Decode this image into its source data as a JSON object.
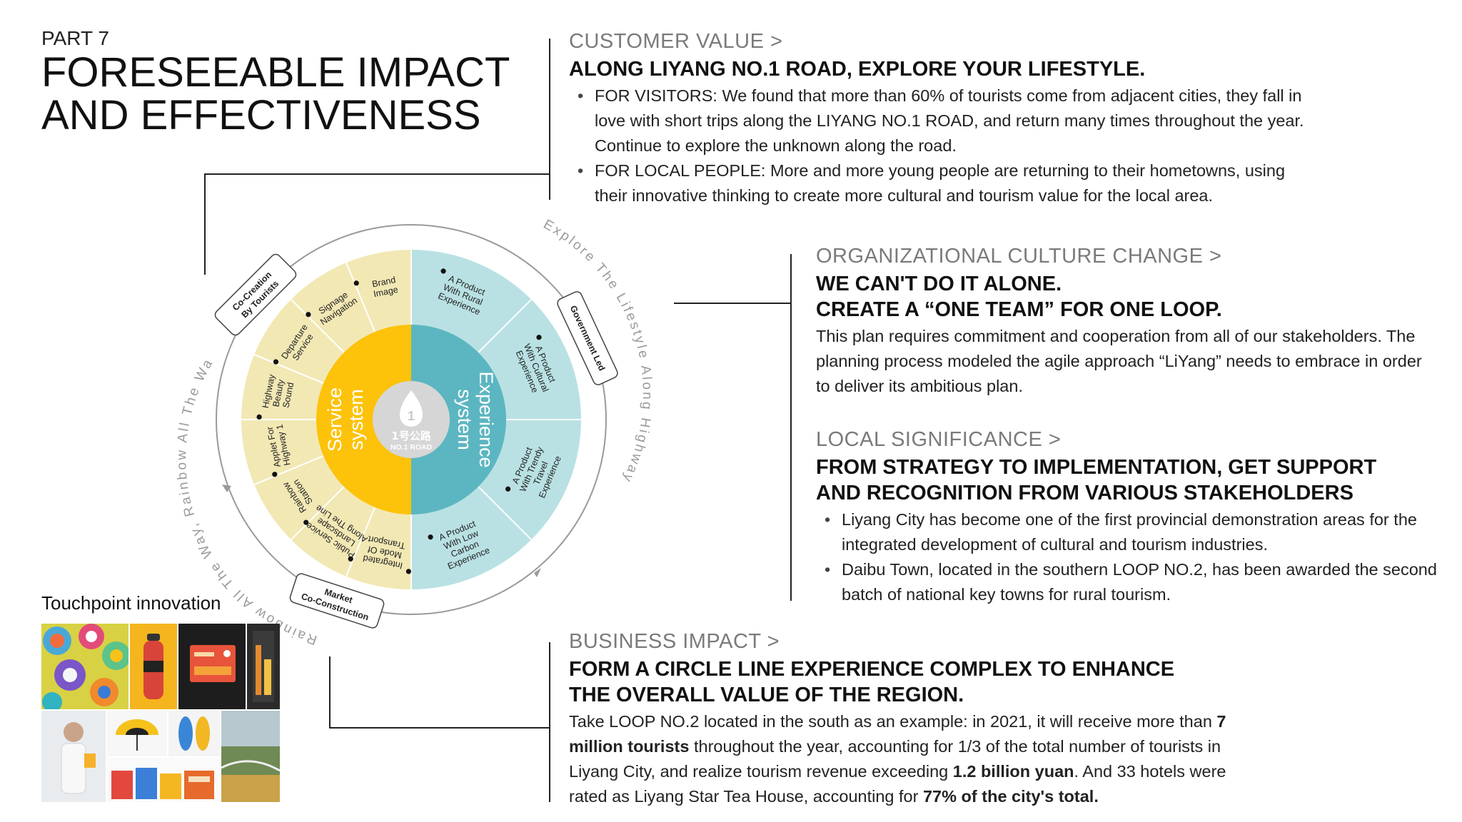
{
  "header": {
    "part": "PART 7",
    "title_line1": "FORESEEABLE IMPACT",
    "title_line2": "AND EFFECTIVENESS"
  },
  "customer_value": {
    "label": "CUSTOMER VALUE >",
    "headline": "ALONG LIYANG NO.1 ROAD, EXPLORE YOUR LIFESTYLE.",
    "bullets": [
      "FOR VISITORS: We found that more than 60% of tourists come from adjacent cities, they fall in love with short trips along the LIYANG NO.1 ROAD, and return many times throughout the year. Continue to explore the unknown along the road.",
      "FOR LOCAL PEOPLE: More and more young people are returning to their hometowns, using their innovative thinking to create more cultural and tourism value for the local area."
    ]
  },
  "org_culture": {
    "label": "ORGANIZATIONAL CULTURE CHANGE >",
    "headline_line1": "WE CAN'T DO IT ALONE.",
    "headline_line2": "CREATE A “ONE TEAM” FOR ONE LOOP.",
    "body": "This plan requires commitment and cooperation from all of our stakeholders. The planning process modeled the agile approach “LiYang” needs to embrace in order to deliver its ambitious plan."
  },
  "local_significance": {
    "label": "LOCAL SIGNIFICANCE >",
    "headline": "FROM STRATEGY TO IMPLEMENTATION, GET SUPPORT AND RECOGNITION FROM VARIOUS STAKEHOLDERS",
    "bullets": [
      "Liyang City has become one of the first provincial demonstration areas for the integrated development of cultural and tourism industries.",
      "Daibu Town, located in the southern LOOP NO.2, has been awarded the second batch of national key towns for rural tourism."
    ]
  },
  "business_impact": {
    "label": "BUSINESS IMPACT >",
    "headline": "FORM A CIRCLE LINE EXPERIENCE COMPLEX TO ENHANCE THE OVERALL VALUE OF THE REGION.",
    "body_1": "Take LOOP NO.2 located in the south as an example: in 2021, it will receive more than ",
    "bold_1": "7 million tourists",
    "body_2": " throughout the year, accounting for 1/3 of the total number of tourists in Liyang City, and realize tourism revenue exceeding ",
    "bold_2": "1.2 billion yuan",
    "body_3": ". And 33 hotels were rated as Liyang Star Tea House, accounting for ",
    "bold_3": "77% of the city's total."
  },
  "diagram": {
    "center_cn": "1号公路",
    "center_en": "NO.1 ROAD",
    "service_label_1": "Service",
    "service_label_2": "system",
    "experience_label_1": "Experience",
    "experience_label_2": "system",
    "service_items": [
      [
        "Brand",
        "Image"
      ],
      [
        "Signage",
        "Navigation"
      ],
      [
        "Departure",
        "Service"
      ],
      [
        "Highway",
        "Beauty",
        "Sound"
      ],
      [
        "Applet For",
        "Highway 1"
      ],
      [
        "Rainbow",
        "Station"
      ],
      [
        "Public Service",
        "Landscape",
        "Along The Line"
      ],
      [
        "Integrated",
        "Mode Of",
        "Transport"
      ]
    ],
    "experience_items": [
      [
        "A Product",
        "With Rural",
        "Experience"
      ],
      [
        "A Product",
        "With Cultural",
        "Experience"
      ],
      [
        "A Product",
        "With Trendy",
        "Travel",
        "Experience"
      ],
      [
        "A Product",
        "With Low",
        "Carbon",
        "Experience"
      ]
    ],
    "tag_cocreation_1": "Co-Creation",
    "tag_cocreation_2": "By Tourists",
    "tag_government": "Government Led",
    "tag_market_1": "Market",
    "tag_market_2": "Co-Construction",
    "arc_text_right": "Explore The Lifestyle Along Highway 1",
    "arc_text_left": "Rainbow All The Way, Rainbow All The Way",
    "colors": {
      "service_outer": "#f2e8b4",
      "service_inner": "#fdc20a",
      "experience_outer": "#b9e1e3",
      "experience_inner": "#5cb6c1",
      "center": "#d6d6d6"
    }
  },
  "touchpoint": {
    "title": "Touchpoint innovation"
  }
}
